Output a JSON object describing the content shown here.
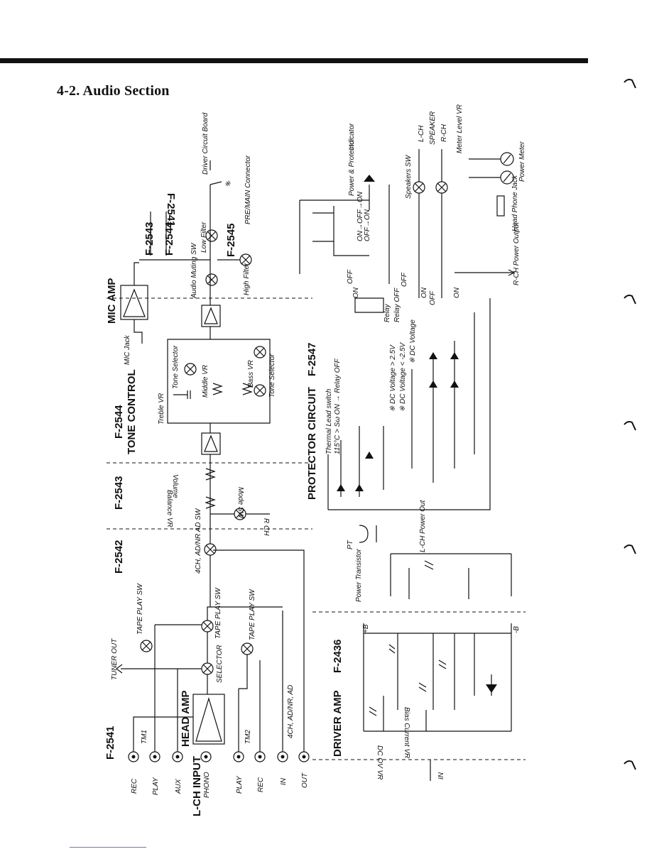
{
  "page": {
    "title": "4-2. Audio Section"
  },
  "blocks": {
    "f2541": "F-2541",
    "head_amp": "HEAD AMP",
    "lch_input": "L-CH INPUT",
    "f2542": "F-2542",
    "f2543": "F-2543",
    "f2544": "F-2544",
    "tone_control": "TONE CONTROL",
    "mic_amp": "MIC AMP",
    "f2543_b": "F-2543",
    "f2544_b": "F-2544",
    "f2545": "F-2545",
    "f2541_b": "F-2541",
    "driver_amp": "DRIVER AMP",
    "f2436": "F-2436",
    "protector": "PROTECTOR CIRCUIT",
    "f2547": "F-2547"
  },
  "inputs": [
    "REC",
    "PLAY",
    "AUX",
    "PHONO",
    "PLAY",
    "REC",
    "IN",
    "OUT"
  ],
  "labels": {
    "tm1": "TM1",
    "tm2": "TM2",
    "tuner_out": "TUNER OUT",
    "tape_play_sw_1": "TAPE PLAY SW",
    "tape_play_sw_2": "TAPE PLAY SW",
    "tape_play_sw_3": "TAPE PLAY SW",
    "selector": "SELECTOR",
    "ach_ad_nr_ad": "4CH, AD/NR, AD",
    "ach_ad_nr_ad_sw": "4CH, AD/NR AD SW",
    "volume": "Volume",
    "balance_vr": "Balance VR",
    "mode_sw": "Mode SW",
    "r_ch": "R CH",
    "treble_vr": "Treble VR",
    "tone_selector": "Tone Selector",
    "middle_vr": "Middle VR",
    "bass_vr": "Bass VR",
    "tone_selector_2": "Tone Selector",
    "mic_jack": "MIC Jack",
    "audio_muting_sw": "Audio Muting SW",
    "low_filter": "Low Filter",
    "high_filter": "High Filter",
    "pre_main_connector": "PRE/MAIN Connector",
    "driver_circuit_board": "Driver Circuit Board",
    "power_protector": "Power & Protector",
    "indicator": "Indicator",
    "speakers_sw": "Speakers SW",
    "l_ch_speaker": "L-CH",
    "r_ch_speaker": "R-CH",
    "speaker": "SPEAKER",
    "meter_level_vr": "Meter Level VR",
    "power_meter": "Power Meter",
    "head_phone_jack": "Head Phone Jack",
    "r_ch_power_output": "R-CH Power Output",
    "relay": "Relay",
    "relay_off": "Relay OFF",
    "dc_voltage_gt": "※ DC Voltage > 2.5V",
    "dc_voltage_lt": "※ DC Voltage < -2.5V",
    "dc_voltage": "※ DC Voltage",
    "thermal_lead_switch": "Thermal Lead switch",
    "thermal_note": "115°C > Sω ON → Relay OFF",
    "pt": "PT",
    "l_ch_power_out": "L-CH Power Out",
    "power_transistor": "Power Transistor",
    "plus_b": "+B",
    "minus_b": "-B",
    "bias_current_vr": "Bias Current VR",
    "dc_ov_vr": "DC OV VR",
    "in_label": "IN",
    "on": "ON",
    "off": "OFF",
    "on_off_on": "ON→OFF→ON",
    "off_on": "OFF→ON",
    "star": "※"
  }
}
